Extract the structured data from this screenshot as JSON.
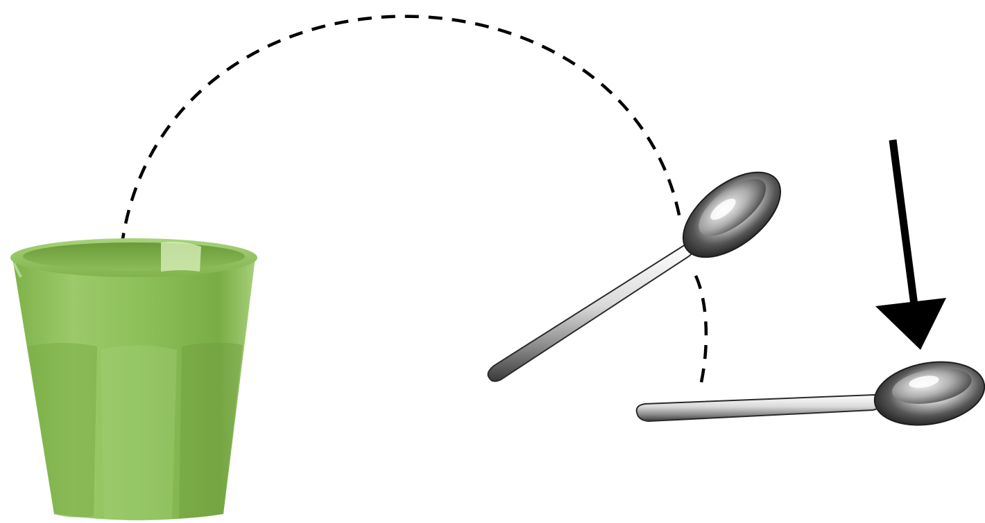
{
  "scene": {
    "objects": [
      "cup",
      "spoon-tilted",
      "spoon-flat"
    ],
    "colors": {
      "background": "#ffffff",
      "cup": "#8fbf5a",
      "cup_shadow": "#6e9e3e",
      "cup_highlight": "#b8dd8c",
      "steel_light": "#f4f4f4",
      "steel_mid": "#b0b0b0",
      "steel_dark": "#3a3a3a",
      "path_line": "#000000",
      "arrow": "#000000"
    },
    "path_style": "dashed",
    "arrow_direction": "down"
  }
}
